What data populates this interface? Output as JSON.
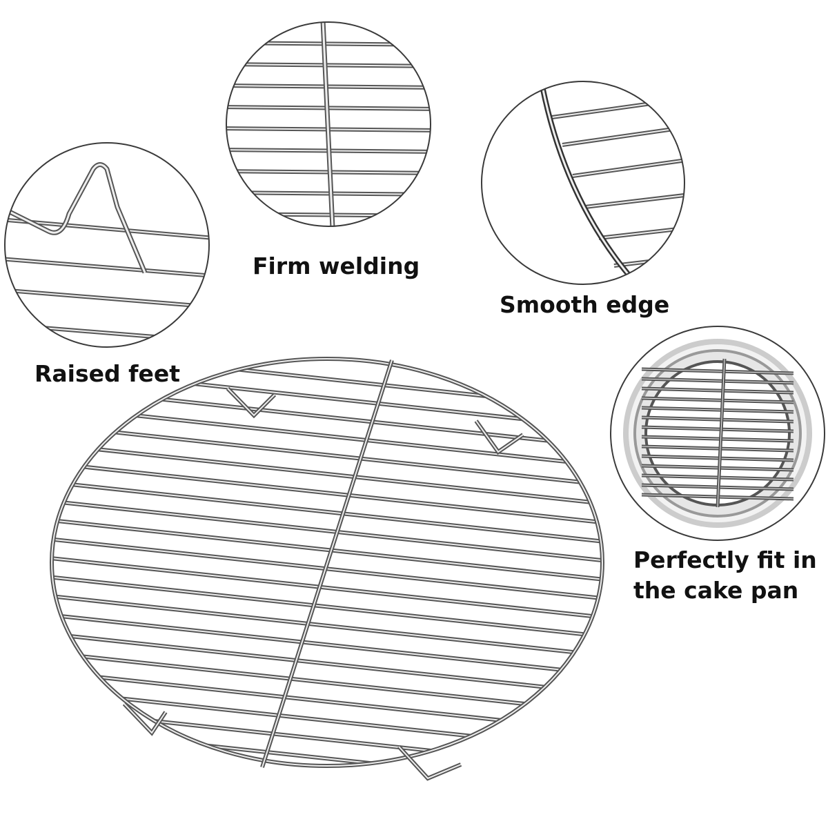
{
  "labels": {
    "raised_feet": "Raised feet",
    "firm_welding": "Firm welding",
    "smooth_edge": "Smooth edge",
    "fit_line1": "Perfectly fit in",
    "fit_line2": "the cake pan"
  },
  "colors": {
    "background": "#ffffff",
    "wire": "#555555",
    "wire_highlight": "#eeeeee",
    "circle_outline": "#3a3a3a",
    "text": "#111111"
  }
}
